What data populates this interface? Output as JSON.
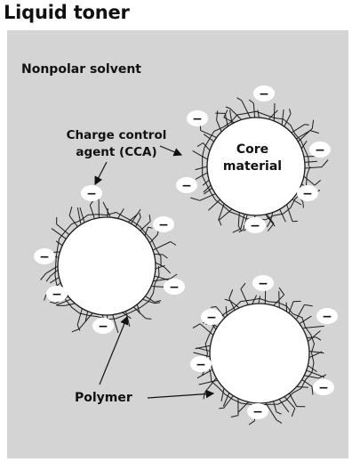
{
  "title": "Liquid toner",
  "labels": {
    "solvent": "Nonpolar solvent",
    "cca_line1": "Charge control",
    "cca_line2": "agent (CCA)",
    "core_line1": "Core",
    "core_line2": "material",
    "polymer": "Polymer"
  },
  "charge_symbol": "−",
  "colors": {
    "background": "#d4d4d4",
    "particle": "#ffffff",
    "line": "#1a1a1a",
    "text": "#111111"
  }
}
